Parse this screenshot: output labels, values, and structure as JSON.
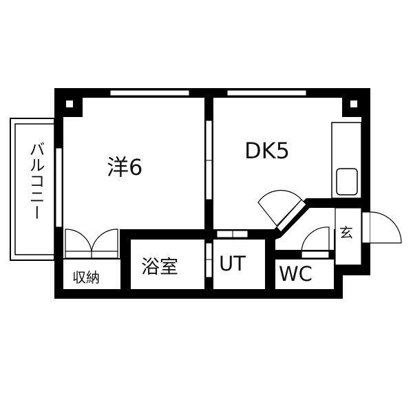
{
  "rooms": {
    "western_room": "洋6",
    "dining_kitchen": "DK5",
    "storage": "収納",
    "bathroom": "浴室",
    "utility": "UT",
    "toilet": "WC",
    "entrance": "玄",
    "balcony": "バルコニー"
  },
  "colors": {
    "wall": "#000000",
    "floor": "#ffffff"
  }
}
